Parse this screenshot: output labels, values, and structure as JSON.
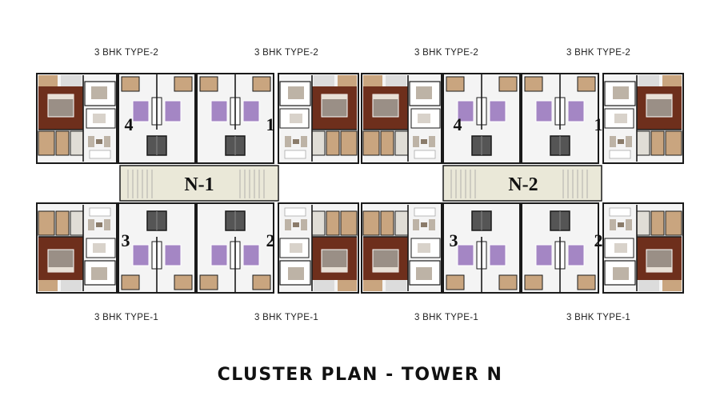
{
  "title": "CLUSTER PLAN - TOWER N",
  "top_labels": [
    "3 BHK TYPE-2",
    "3 BHK TYPE-2",
    "3 BHK TYPE-2",
    "3 BHK TYPE-2"
  ],
  "bottom_labels": [
    "3 BHK TYPE-1",
    "3 BHK TYPE-1",
    "3 BHK TYPE-1",
    "3 BHK TYPE-1"
  ],
  "cores": [
    "N-1",
    "N-2"
  ],
  "unit_numbers": {
    "n1_top_left": "4",
    "n1_top_right": "1",
    "n1_bottom_left": "3",
    "n1_bottom_right": "2",
    "n2_top_left": "4",
    "n2_top_right": "1",
    "n2_bottom_left": "3",
    "n2_bottom_right": "2"
  },
  "colors": {
    "wall": "#1a1a1a",
    "floor": "#f4f4f4",
    "wood": "#6e2f1c",
    "tile": "#c9a57f",
    "furniture": "#bdb3a6",
    "bed": "#9a8f86",
    "purple": "#a486c4",
    "lift": "#555555",
    "lobby": "#eae8d8"
  }
}
